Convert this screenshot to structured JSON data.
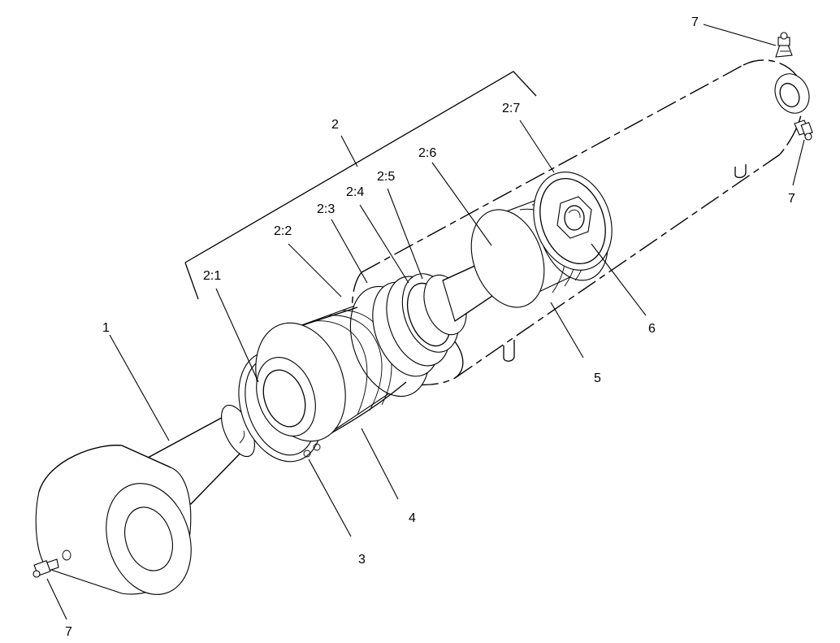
{
  "callouts": {
    "c1": "1",
    "c2": "2",
    "c2_1": "2:1",
    "c2_2": "2:2",
    "c2_3": "2:3",
    "c2_4": "2:4",
    "c2_5": "2:5",
    "c2_6": "2:6",
    "c2_7": "2:7",
    "c3": "3",
    "c4": "4",
    "c5": "5",
    "c6": "6",
    "c7_top": "7",
    "c7_right": "7",
    "c7_bottom": "7"
  }
}
